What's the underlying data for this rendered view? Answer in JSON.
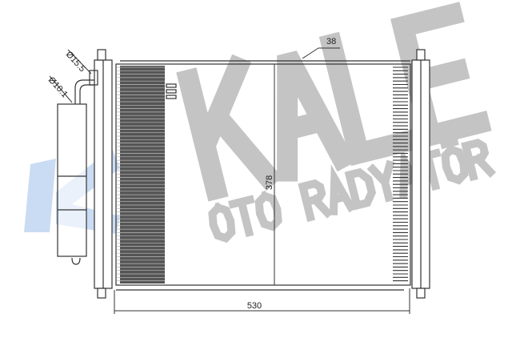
{
  "watermark": {
    "brand": "KALE",
    "subtitle": "OTO RADYATÖR",
    "brand_color": "#c4c4c4",
    "logo_color": "#c5d9f2"
  },
  "dimensions": {
    "width": "530",
    "height": "378",
    "thickness": "38",
    "pipe_large": "Ø15.5",
    "pipe_small": "Ø10.1"
  },
  "colors": {
    "line": "#333333",
    "fins": "#444444"
  }
}
